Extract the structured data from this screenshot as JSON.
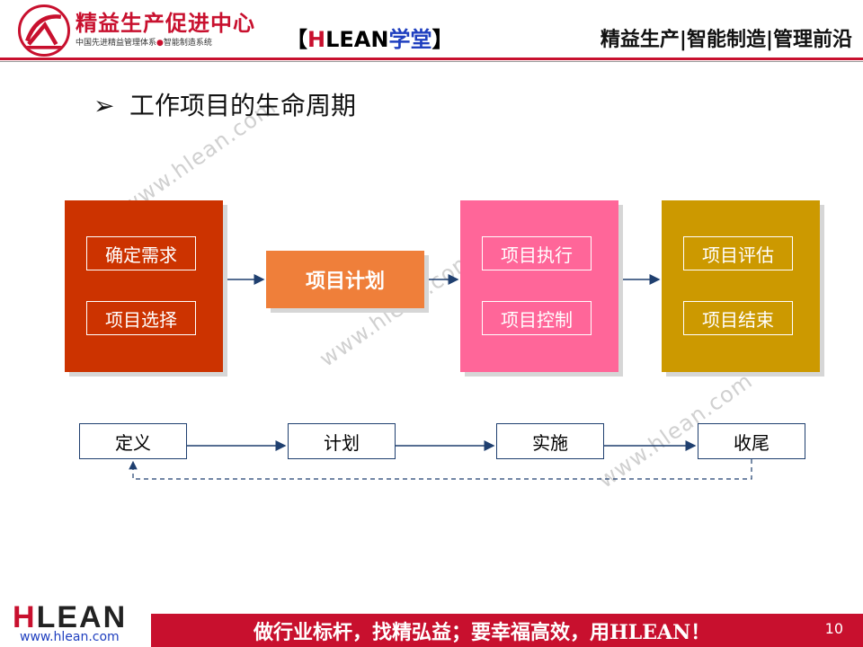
{
  "header": {
    "org_name": "精益生产促进中心",
    "org_sub": "中国先进精益管理体系",
    "org_sub2": "智能制造系统",
    "brand_open": "【",
    "brand_h": "H",
    "brand_lean": "LEAN",
    "brand_cn": "学堂",
    "brand_close": "】",
    "slogan": "精益生产|智能制造|管理前沿",
    "accent_color": "#c8102e"
  },
  "slide": {
    "title_bullet": "➢",
    "title": "工作项目的生命周期"
  },
  "stages": [
    {
      "color": "#cc3300",
      "items": [
        "确定需求",
        "项目选择"
      ]
    },
    {
      "color": "#ef7f3a",
      "label": "项目计划"
    },
    {
      "color": "#ff6699",
      "items": [
        "项目执行",
        "项目控制"
      ]
    },
    {
      "color": "#cc9900",
      "items": [
        "项目评估",
        "项目结束"
      ]
    }
  ],
  "phases": [
    "定义",
    "计划",
    "实施",
    "收尾"
  ],
  "watermark": "www.hlean.com",
  "footer": {
    "logo_h": "H",
    "logo_rest": "LEAN",
    "url": "www.hlean.com",
    "slogan": "做行业标杆，找精弘益；要幸福高效，用HLEAN！",
    "page": "10"
  }
}
